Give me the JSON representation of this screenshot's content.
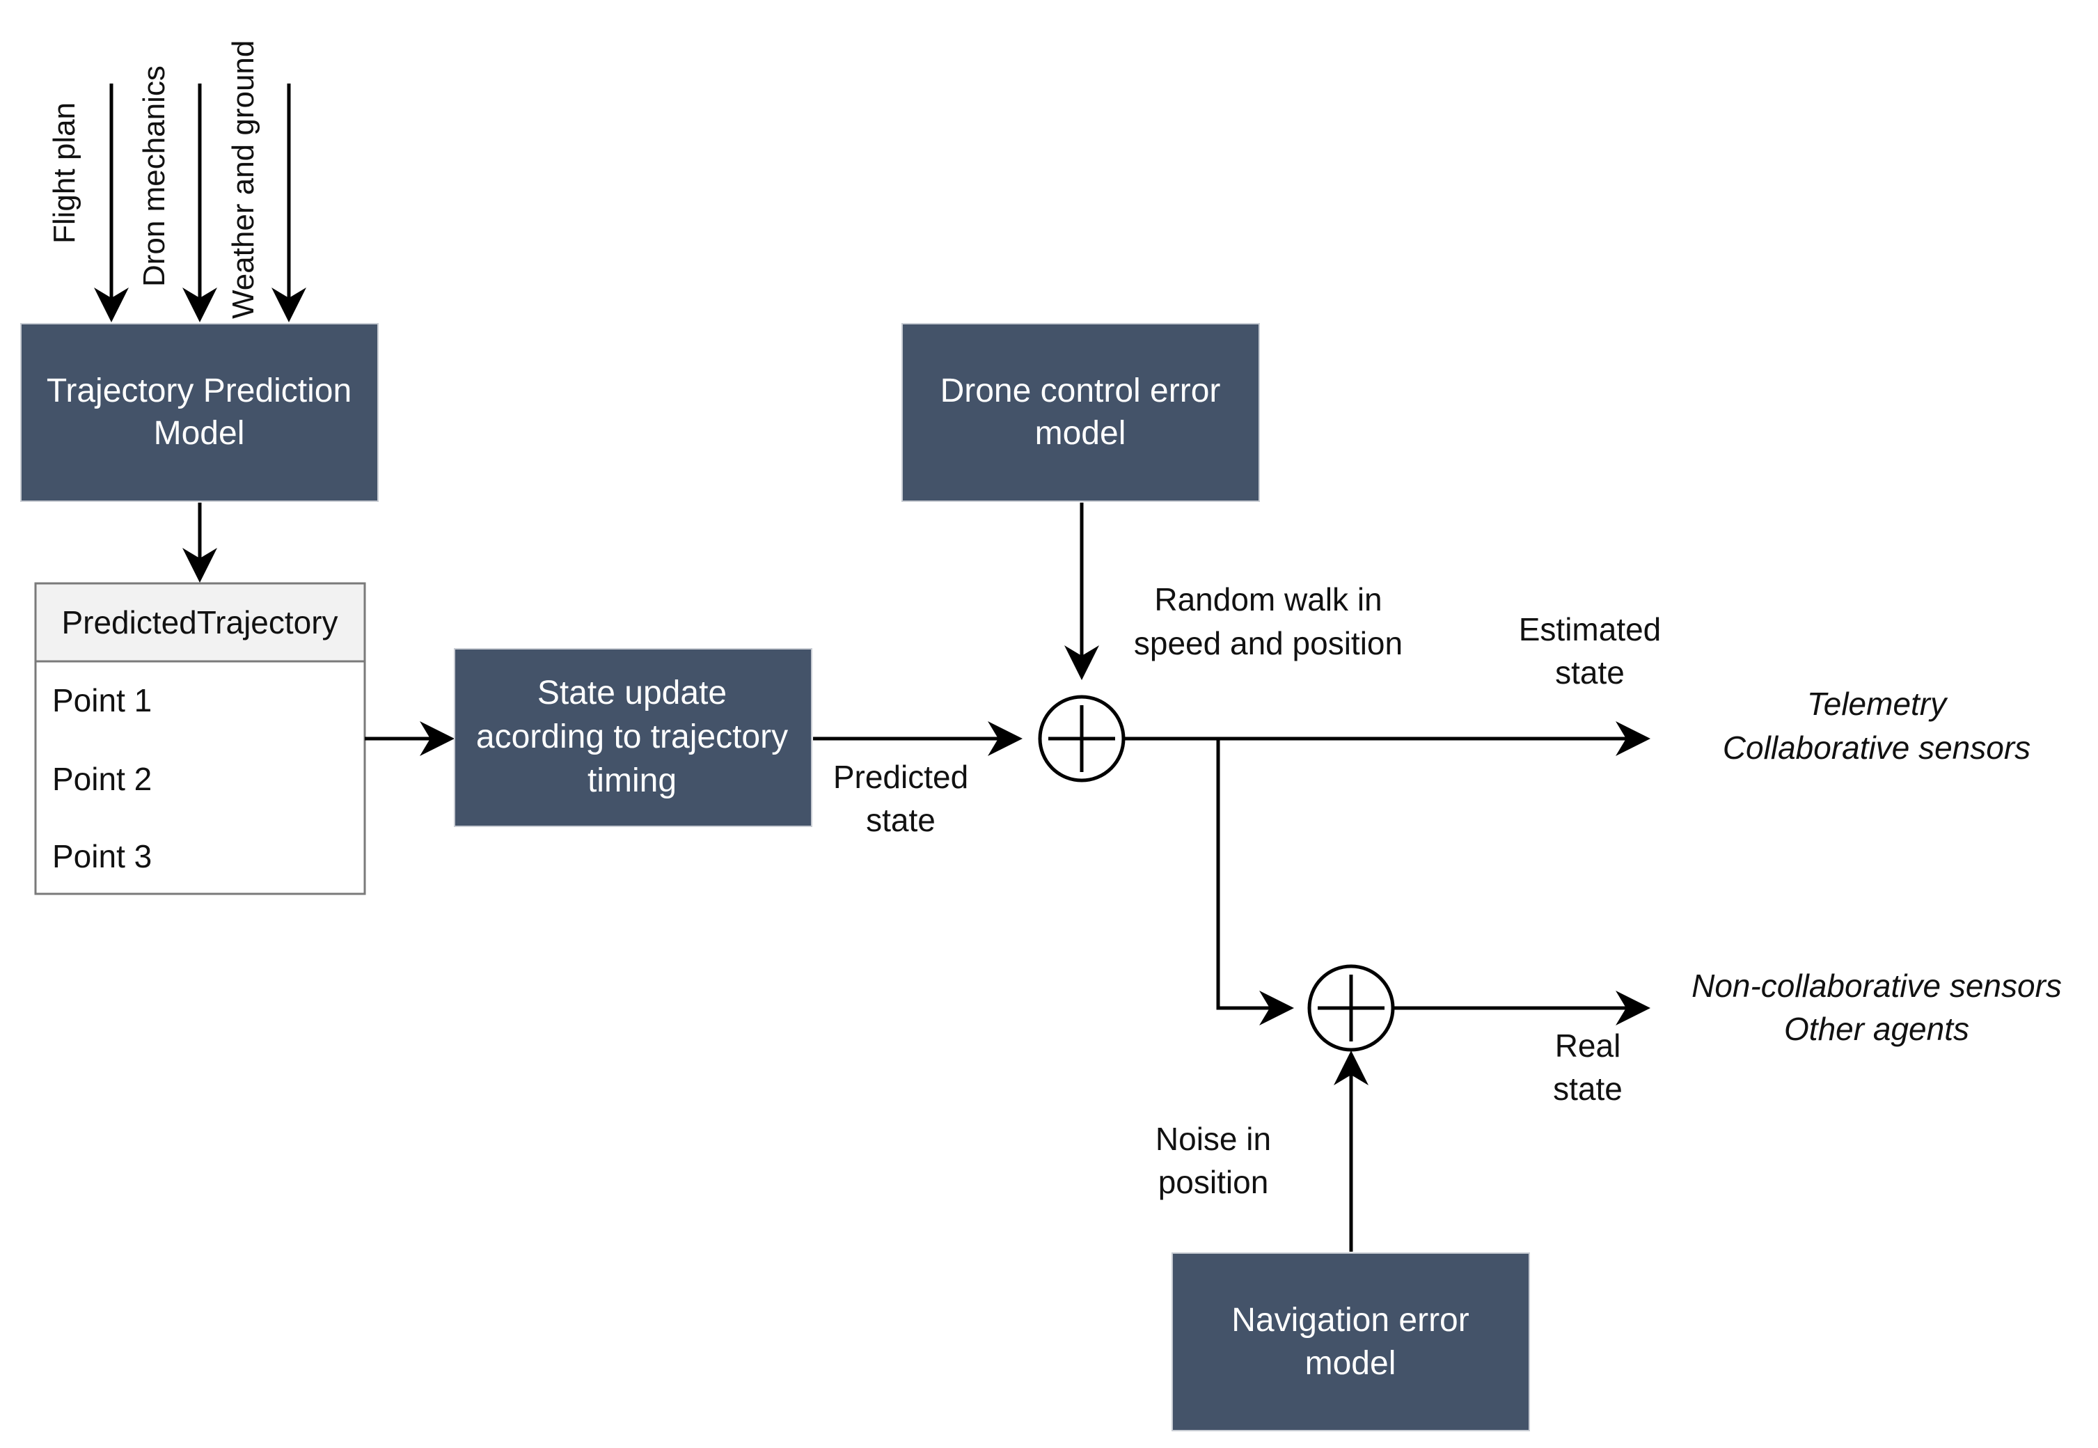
{
  "colors": {
    "box_fill": "#445369",
    "box_text": "#ffffff",
    "line": "#000000",
    "list_header_fill": "#f2f2f2",
    "list_border": "#7a7a7a"
  },
  "inputs": {
    "flight_plan": "Flight plan",
    "dron_mechanics": "Dron mechanics",
    "weather_ground": "Weather and ground"
  },
  "boxes": {
    "trajectory_model": {
      "line1": "Trajectory Prediction",
      "line2": "Model"
    },
    "drone_control": {
      "line1": "Drone control error",
      "line2": "model"
    },
    "state_update": {
      "line1": "State update",
      "line2": "acording to trajectory",
      "line3": "timing"
    },
    "navigation_error": {
      "line1": "Navigation error",
      "line2": "model"
    }
  },
  "predicted_trajectory": {
    "header": "PredictedTrajectory",
    "points": [
      "Point 1",
      "Point 2",
      "Point 3"
    ]
  },
  "labels": {
    "predicted_state": {
      "line1": "Predicted",
      "line2": "state"
    },
    "random_walk": {
      "line1": "Random walk in",
      "line2": "speed and position"
    },
    "estimated_state": {
      "line1": "Estimated",
      "line2": "state"
    },
    "real_state": {
      "line1": "Real",
      "line2": "state"
    },
    "noise_position": {
      "line1": "Noise in",
      "line2": "position"
    }
  },
  "outputs": {
    "telemetry": "Telemetry",
    "collaborative_sensors": "Collaborative sensors",
    "non_collaborative_sensors": "Non-collaborative sensors",
    "other_agents": "Other agents"
  },
  "icons": {
    "summing_junction_top": "circle-plus-icon",
    "summing_junction_bottom": "circle-plus-icon"
  }
}
